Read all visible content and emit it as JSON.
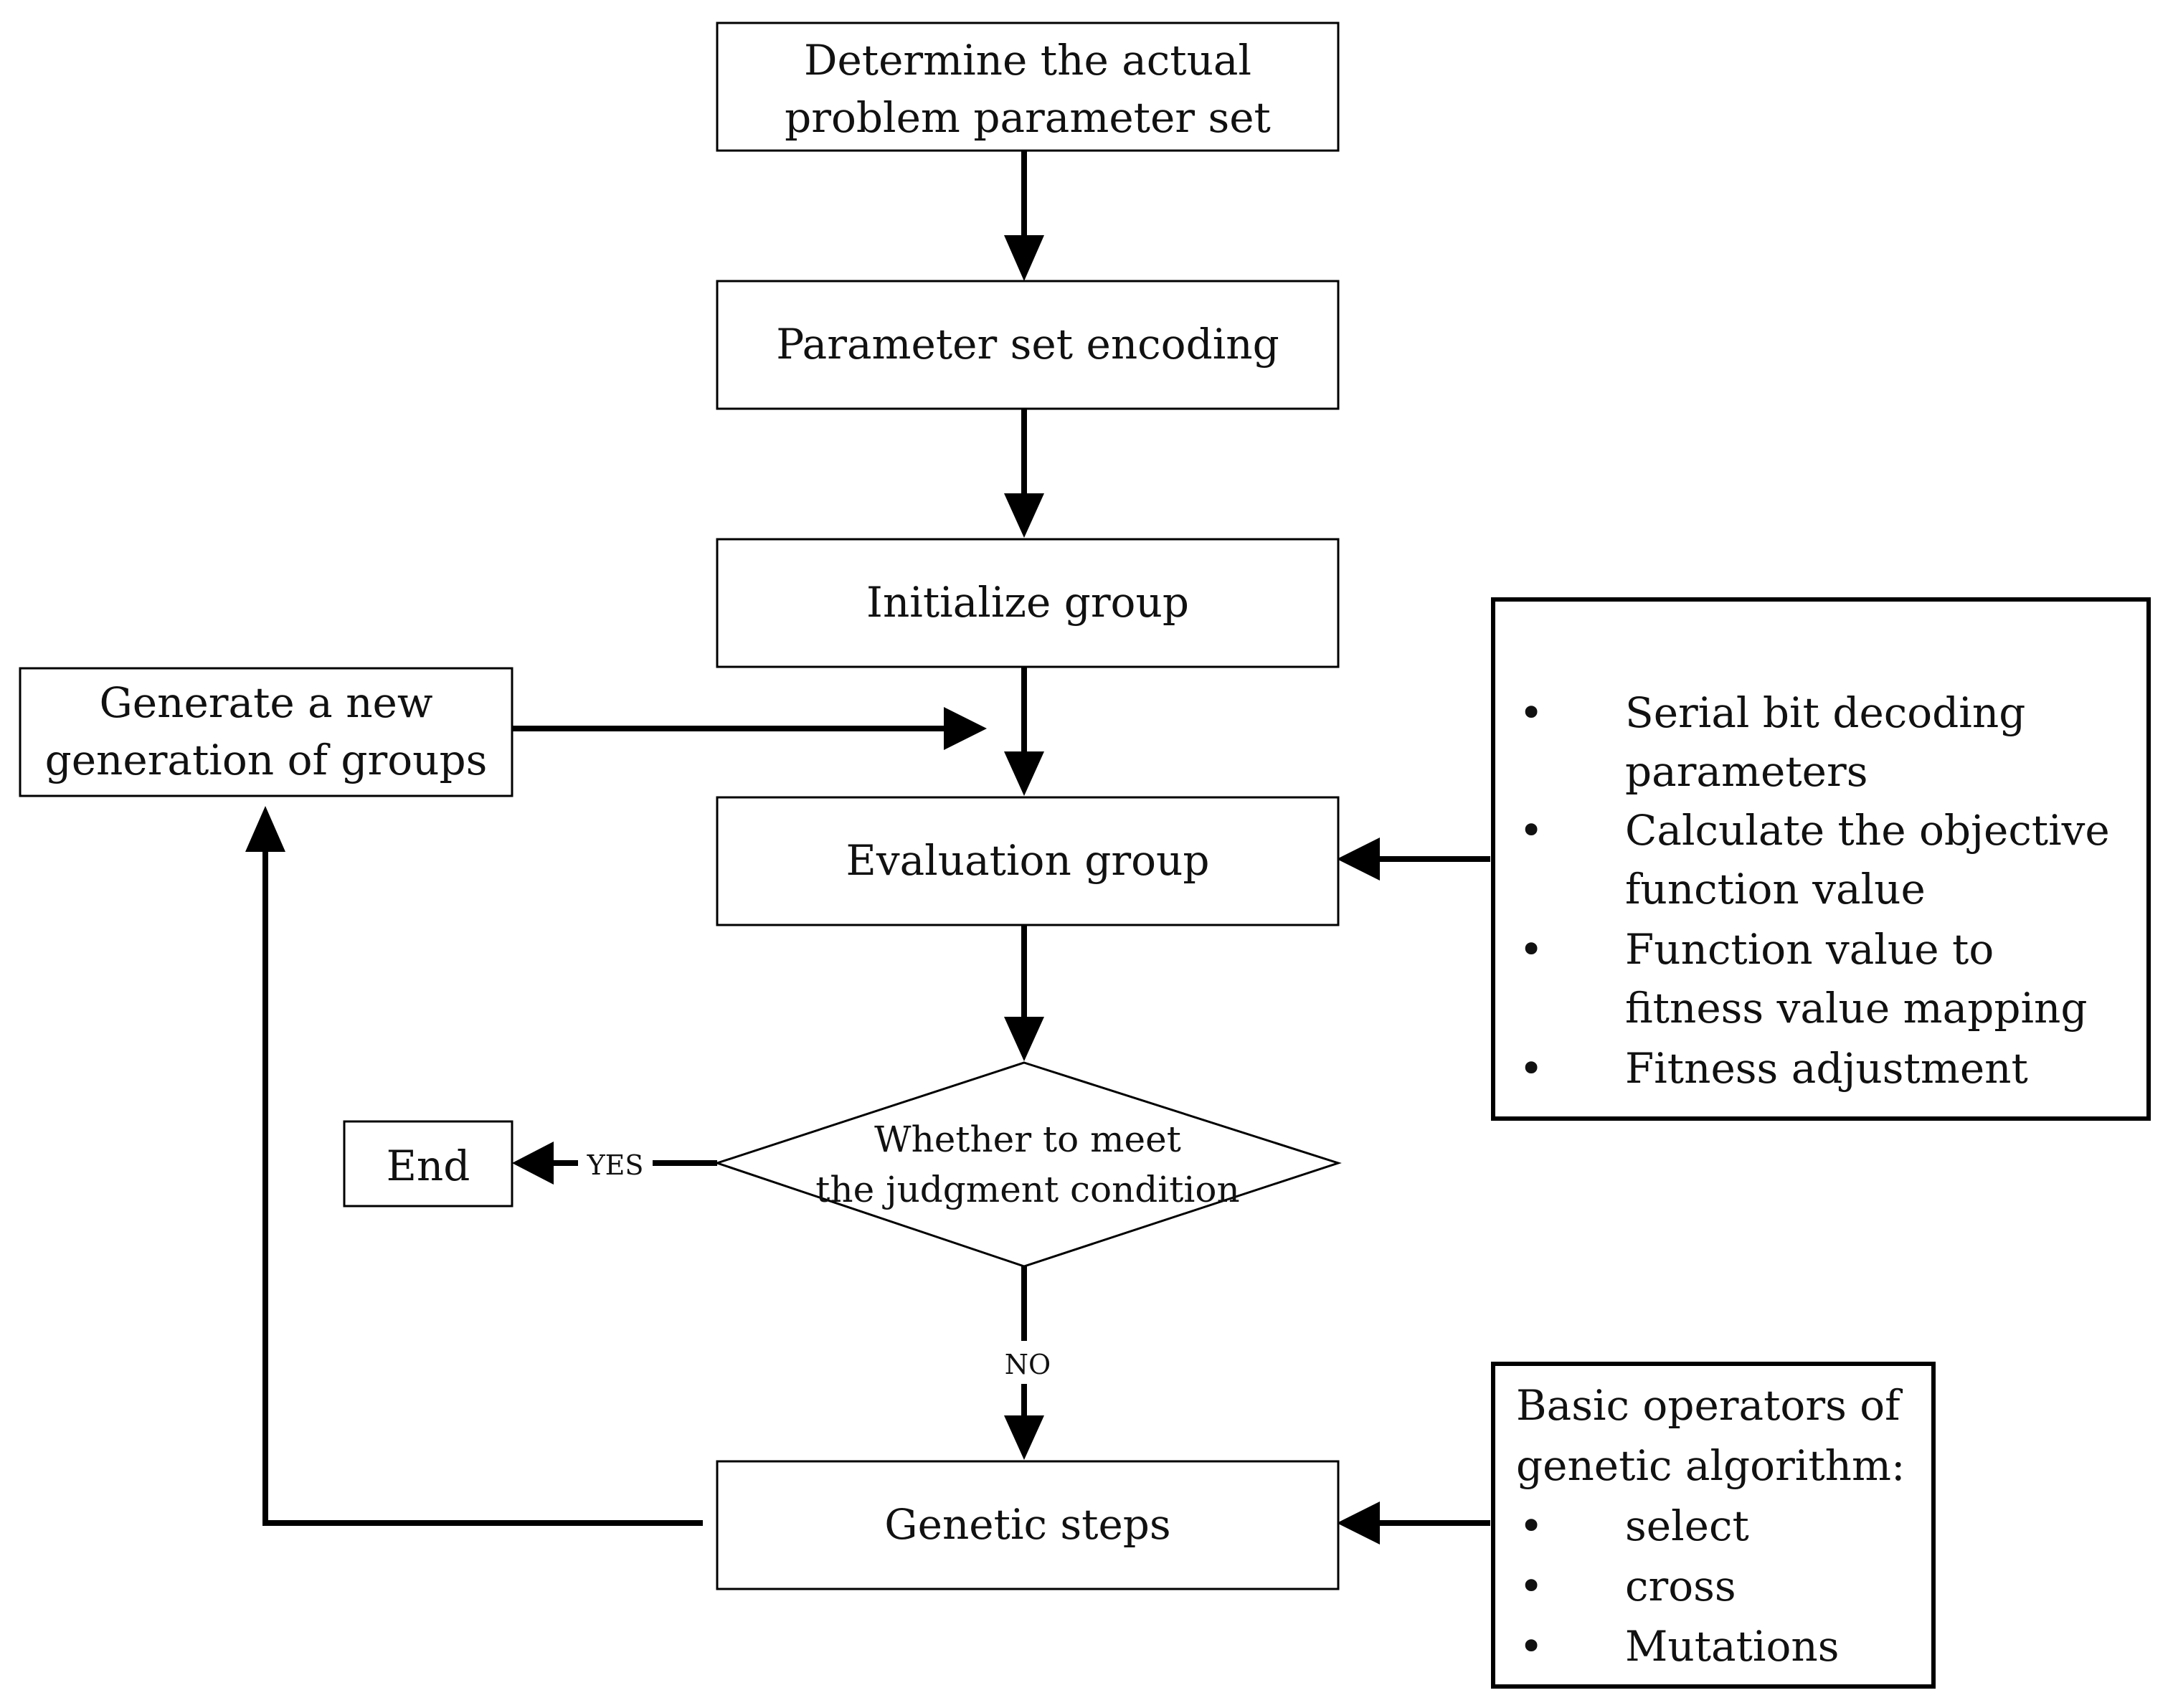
{
  "steps": {
    "determine": [
      "Determine the actual",
      "problem parameter set"
    ],
    "encoding": "Parameter set encoding",
    "initialize": "Initialize group",
    "evaluation": "Evaluation group",
    "generate": [
      "Generate a new",
      "generation of groups"
    ],
    "genetic": "Genetic steps",
    "end": "End"
  },
  "decision": {
    "lines": [
      "Whether to meet",
      "the judgment condition"
    ],
    "yes_label": "YES",
    "no_label": "NO"
  },
  "evaluation_notes": {
    "bullet": "•",
    "items": [
      [
        "Serial bit decoding",
        "parameters"
      ],
      [
        "Calculate the objective",
        "function value"
      ],
      [
        "Function value to",
        "fitness value mapping"
      ],
      [
        "Fitness adjustment"
      ]
    ]
  },
  "operators_note": {
    "heading": [
      "Basic operators of",
      "genetic algorithm:"
    ],
    "bullet": "•",
    "items": [
      "select",
      "cross",
      "Mutations"
    ]
  }
}
